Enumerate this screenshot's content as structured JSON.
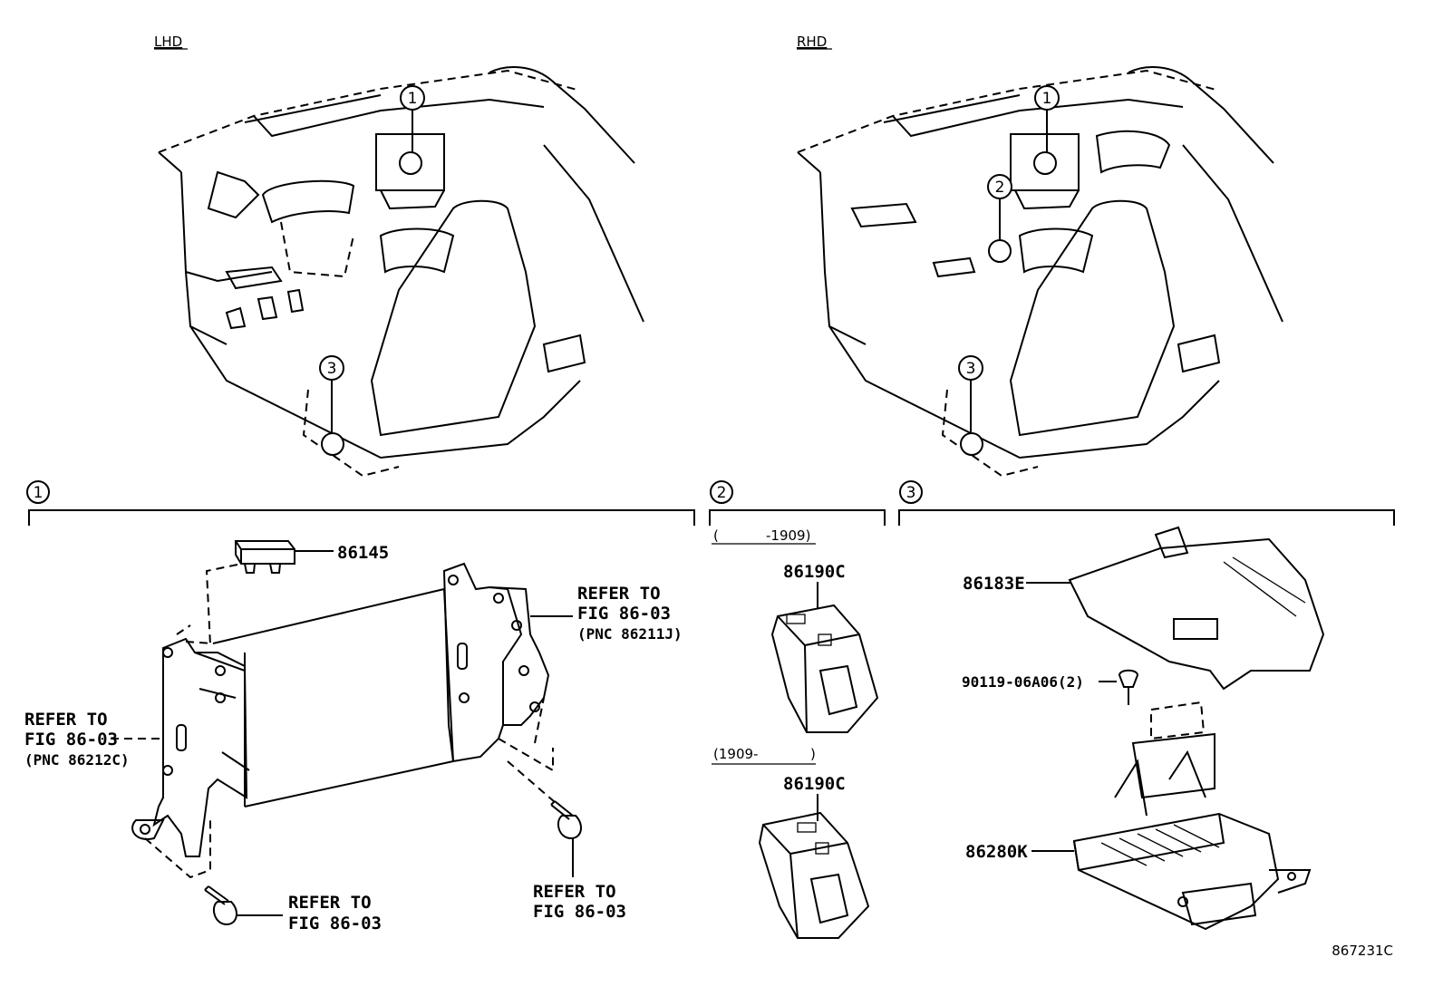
{
  "views": {
    "lhd": "LHD",
    "rhd": "RHD"
  },
  "callouts": {
    "c1": "1",
    "c2": "2",
    "c3": "3"
  },
  "sections": {
    "s1_num": "1",
    "s2_num": "2",
    "s3_num": "3"
  },
  "section1": {
    "part_86145": "86145",
    "refer_right": [
      "REFER TO",
      "FIG 86-03",
      "(PNC 86211J)"
    ],
    "refer_left": [
      "REFER TO",
      "FIG 86-03",
      "(PNC 86212C)"
    ],
    "refer_bottom_left": [
      "REFER TO",
      "FIG 86-03"
    ],
    "refer_bottom_right": [
      "REFER TO",
      "FIG 86-03"
    ]
  },
  "section2": {
    "date_range_1_open": "(",
    "date_range_1_end": "-1909)",
    "part_a": "86190C",
    "date_range_2_start": "(1909-",
    "date_range_2_close": ")",
    "part_b": "86190C"
  },
  "section3": {
    "part_cover": "86183E",
    "part_bolt": "90119-06A06(2)",
    "part_ecu": "86280K"
  },
  "figure_code": "867231C"
}
